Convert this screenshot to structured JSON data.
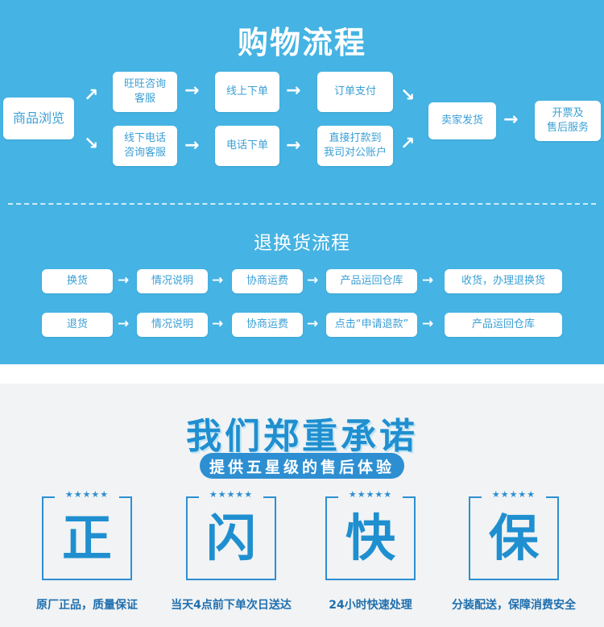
{
  "purchase": {
    "title": "购物流程",
    "browse": "商品浏览",
    "online_consult": "旺旺咨询\n客服",
    "offline_consult": "线下电话\n咨询客服",
    "order_online": "线上下单",
    "order_phone": "电话下单",
    "pay_order": "订单支付",
    "bank_transfer": "直接打款到\n我司对公账户",
    "ship": "卖家发货",
    "invoice_service": "开票及\n售后服务"
  },
  "returns": {
    "title": "退换货流程",
    "exchange_row": [
      "换货",
      "情况说明",
      "协商运费",
      "产品运回仓库",
      "收货，办理退换货"
    ],
    "refund_row": [
      "退货",
      "情况说明",
      "协商运费",
      "点击“申请退款”",
      "产品运回仓库"
    ]
  },
  "promise": {
    "title": "我们郑重承诺",
    "subtitle": "提供五星级的售后体验",
    "stars": "★★★★★",
    "cards": [
      {
        "glyph": "正",
        "caption": "原厂正品，质量保证"
      },
      {
        "glyph": "闪",
        "caption": "当天4点前下单次日送达"
      },
      {
        "glyph": "快",
        "caption": "24小时快速处理"
      },
      {
        "glyph": "保",
        "caption": "分装配送，保障消费安全"
      }
    ]
  },
  "colors": {
    "top_bg": "#45b3e3",
    "accent": "#1f8fd0",
    "box_text": "#3a9fd6"
  }
}
